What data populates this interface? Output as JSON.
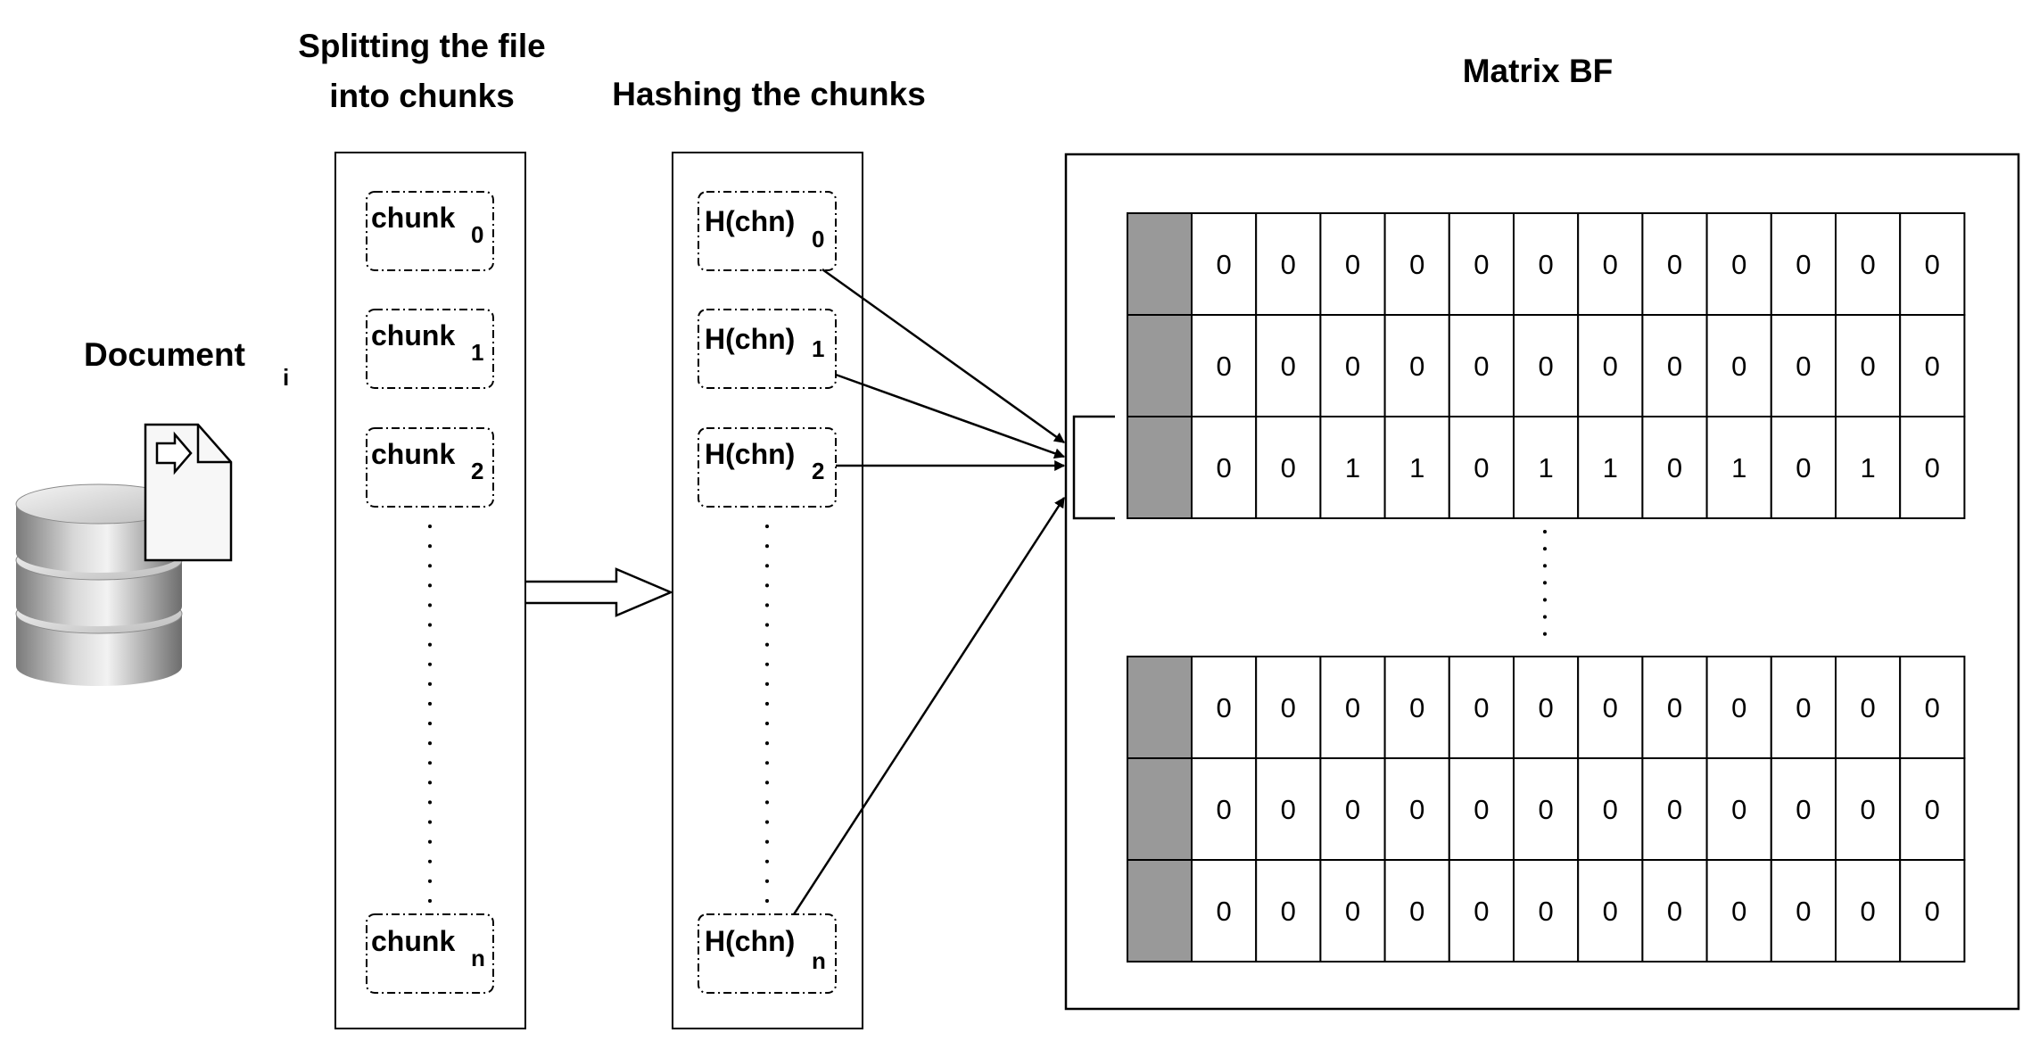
{
  "titles": {
    "splitting_line1": "Splitting the file",
    "splitting_line2": "into chunks",
    "hashing": "Hashing the chunks",
    "matrix": "Matrix BF"
  },
  "document": {
    "label": "Document",
    "subscript": "i",
    "icons": [
      "database-icon",
      "file-import-icon"
    ]
  },
  "chunks": [
    {
      "label": "chunk",
      "sub": "0"
    },
    {
      "label": "chunk",
      "sub": "1"
    },
    {
      "label": "chunk",
      "sub": "2"
    },
    {
      "label": "chunk",
      "sub": "n"
    }
  ],
  "hashes": [
    {
      "label": "H(chn)",
      "sub": "0"
    },
    {
      "label": "H(chn)",
      "sub": "1"
    },
    {
      "label": "H(chn)",
      "sub": "2"
    },
    {
      "label": "H(chn)",
      "sub": "n"
    }
  ],
  "matrix": {
    "top_rows": [
      [
        "0",
        "0",
        "0",
        "0",
        "0",
        "0",
        "0",
        "0",
        "0",
        "0",
        "0",
        "0"
      ],
      [
        "0",
        "0",
        "0",
        "0",
        "0",
        "0",
        "0",
        "0",
        "0",
        "0",
        "0",
        "0"
      ],
      [
        "0",
        "0",
        "1",
        "1",
        "0",
        "1",
        "1",
        "0",
        "1",
        "0",
        "1",
        "0"
      ]
    ],
    "bottom_rows": [
      [
        "0",
        "0",
        "0",
        "0",
        "0",
        "0",
        "0",
        "0",
        "0",
        "0",
        "0",
        "0"
      ],
      [
        "0",
        "0",
        "0",
        "0",
        "0",
        "0",
        "0",
        "0",
        "0",
        "0",
        "0",
        "0"
      ],
      [
        "0",
        "0",
        "0",
        "0",
        "0",
        "0",
        "0",
        "0",
        "0",
        "0",
        "0",
        "0"
      ]
    ],
    "highlighted_row": 2,
    "header_cell_color": "#999999"
  },
  "colors": {
    "stroke": "#000000",
    "background": "#ffffff"
  }
}
